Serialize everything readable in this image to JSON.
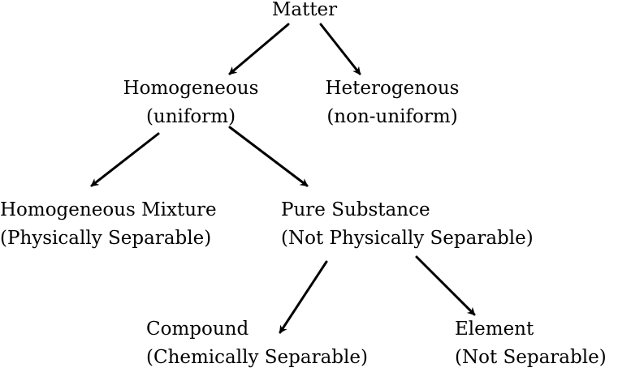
{
  "diagram": {
    "root": {
      "title": "Matter"
    },
    "homogeneous": {
      "title": "Homogeneous",
      "subtitle": "(uniform)"
    },
    "heterogeneous": {
      "title": "Heterogenous",
      "subtitle": "(non-uniform)"
    },
    "homogeneous_mixture": {
      "title": "Homogeneous Mixture",
      "subtitle": "(Physically Separable)"
    },
    "pure_substance": {
      "title": "Pure Substance",
      "subtitle": "(Not Physically Separable)"
    },
    "compound": {
      "title": "Compound",
      "subtitle": "(Chemically Separable)"
    },
    "element": {
      "title": "Element",
      "subtitle": "(Not Separable)"
    },
    "edges": [
      {
        "from": "root",
        "to": "homogeneous"
      },
      {
        "from": "root",
        "to": "heterogeneous"
      },
      {
        "from": "homogeneous",
        "to": "homogeneous_mixture"
      },
      {
        "from": "homogeneous",
        "to": "pure_substance"
      },
      {
        "from": "pure_substance",
        "to": "compound"
      },
      {
        "from": "pure_substance",
        "to": "element"
      }
    ],
    "colors": {
      "ink": "#000000",
      "background": "#ffffff"
    }
  }
}
